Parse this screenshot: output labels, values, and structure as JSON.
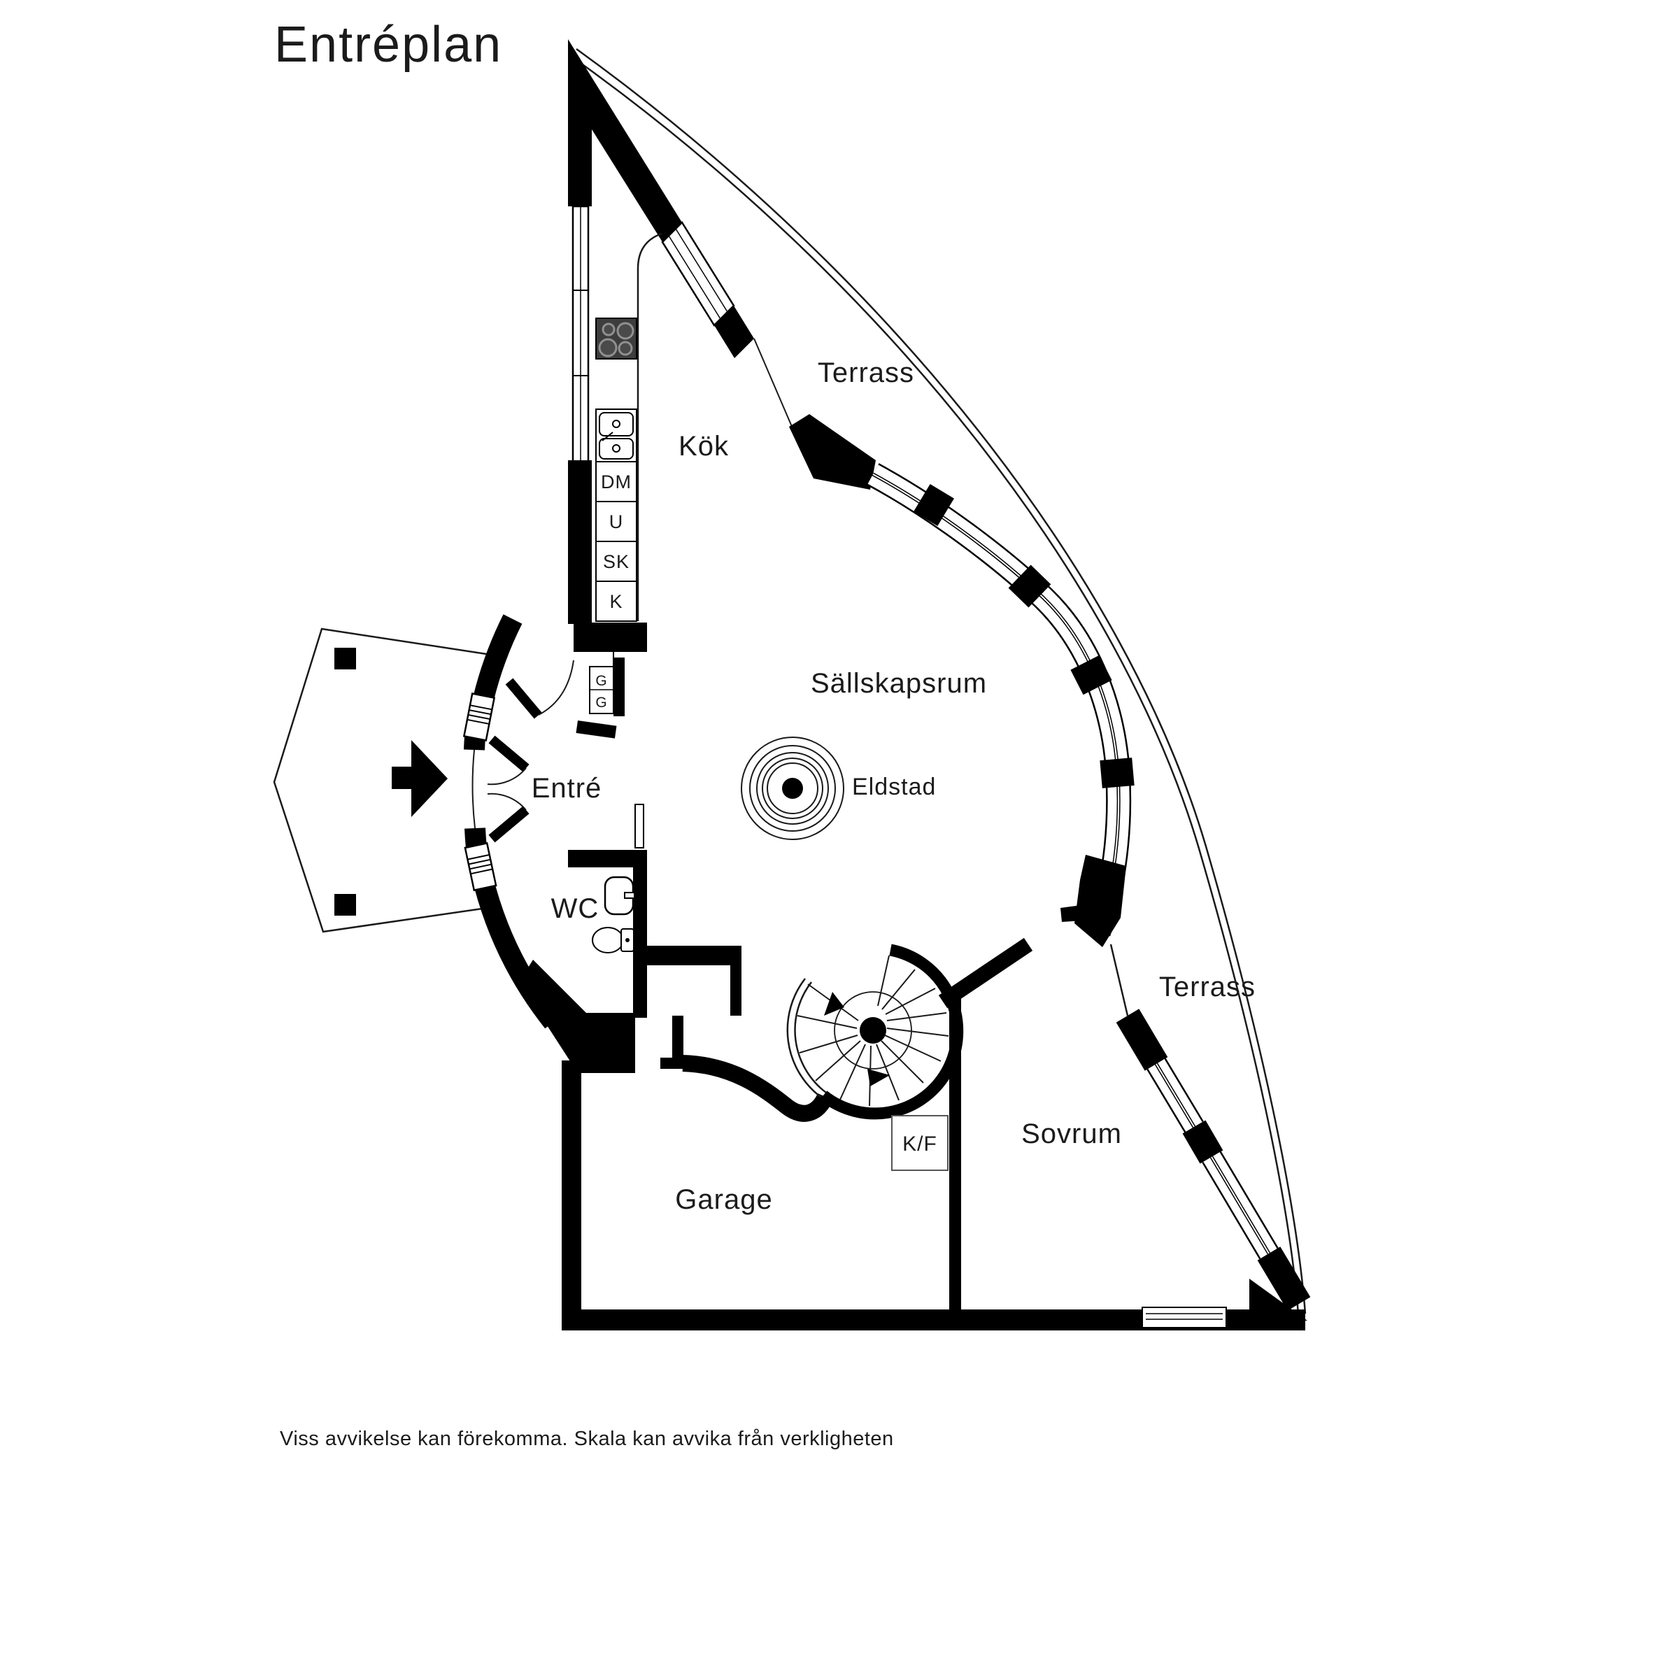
{
  "title": "Entréplan",
  "rooms": {
    "terrass_top": "Terrass",
    "kok": "Kök",
    "sallskapsrum": "Sällskapsrum",
    "eldstad": "Eldstad",
    "entre": "Entré",
    "wc": "WC",
    "terrass_bottom": "Terrass",
    "sovrum": "Sovrum",
    "garage": "Garage"
  },
  "fixtures": {
    "dishwasher": "DM",
    "oven": "U",
    "tall_cabinet": "SK",
    "fridge": "K",
    "fridge_freezer": "K/F",
    "wardrobe_top": "G",
    "wardrobe_bottom": "G"
  },
  "footer": {
    "disclaimer": "Viss avvikelse kan förekomma. Skala kan avvika från verkligheten"
  },
  "colors": {
    "walls": "#000000",
    "stove": "#3d3d3d",
    "background": "#ffffff"
  }
}
